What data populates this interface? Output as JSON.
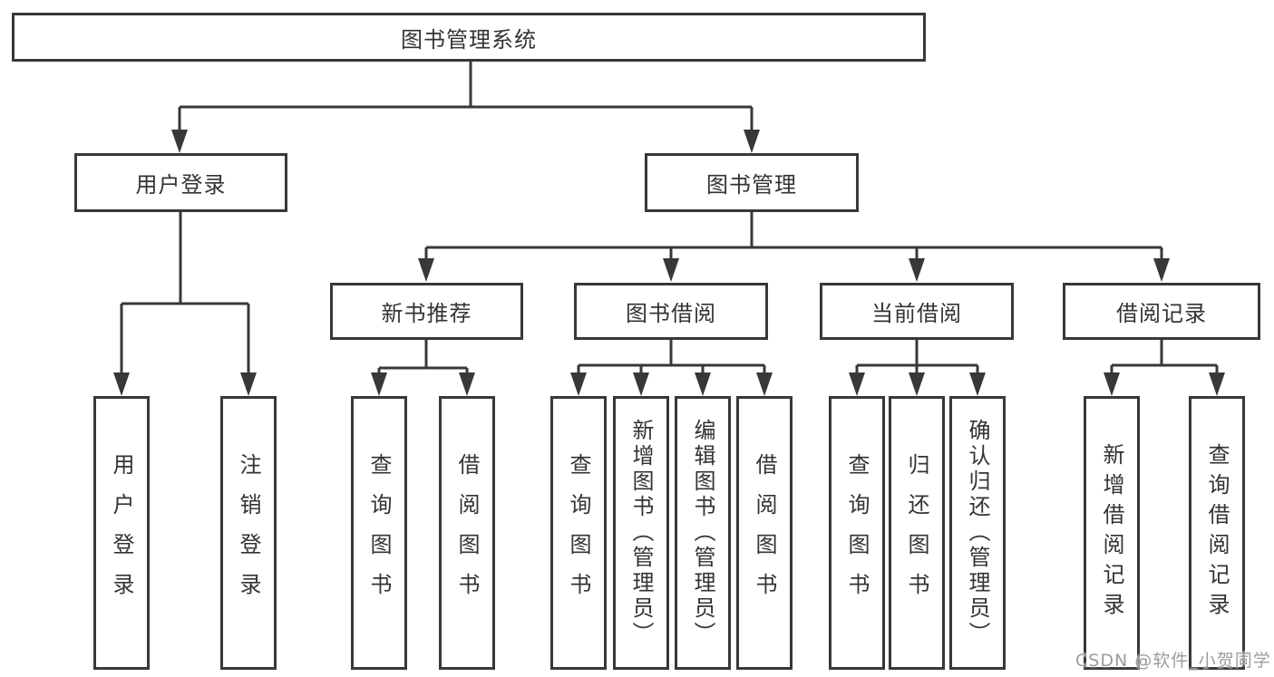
{
  "tree": {
    "root": {
      "label": "图书管理系统"
    },
    "branches": [
      {
        "label": "用户登录",
        "children": [
          {
            "label": "用户登录"
          },
          {
            "label": "注销登录"
          }
        ]
      },
      {
        "label": "图书管理",
        "sections": [
          {
            "label": "新书推荐",
            "children": [
              {
                "label": "查询图书"
              },
              {
                "label": "借阅图书"
              }
            ]
          },
          {
            "label": "图书借阅",
            "children": [
              {
                "label": "查询图书"
              },
              {
                "label": "新增图书（管理员）"
              },
              {
                "label": "编辑图书（管理员）"
              },
              {
                "label": "借阅图书"
              }
            ]
          },
          {
            "label": "当前借阅",
            "children": [
              {
                "label": "查询图书"
              },
              {
                "label": "归还图书"
              },
              {
                "label": "确认归还（管理员）"
              }
            ]
          },
          {
            "label": "借阅记录",
            "children": [
              {
                "label": "新增借阅记录"
              },
              {
                "label": "查询借阅记录"
              }
            ]
          }
        ]
      }
    ]
  },
  "watermark": "CSDN @软件_小贺同学",
  "colors": {
    "line": "#383838",
    "text": "#333333",
    "box_background": "#ffffff",
    "watermark": "#949494"
  }
}
